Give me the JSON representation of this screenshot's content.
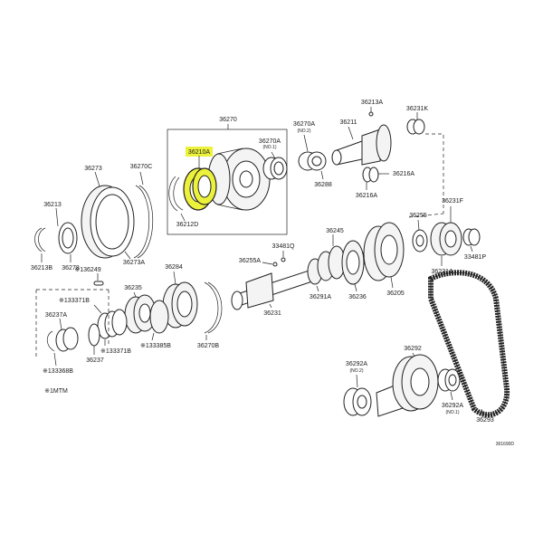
{
  "diagram_id": "361690D",
  "highlight_color": "#ecf23a",
  "labels": {
    "p36270": "36270",
    "p36210A": "36210A",
    "p36270A_no1": "36270A",
    "p36270A_no1_sub": "(NO.1)",
    "p36212D": "36212D",
    "p36273": "36273",
    "p36270C": "36270C",
    "p36213": "36213",
    "p36278": "36278",
    "p36213B": "36213B",
    "p36273A": "36273A",
    "p36270A_no2": "36270A",
    "p36270A_no2_sub": "(NO.2)",
    "p36288": "36288",
    "p36211": "36211",
    "p36213A": "36213A",
    "p36231K": "36231K",
    "p36216A_a": "36216A",
    "p36216A_b": "36216A",
    "p36255": "36255",
    "p36231F": "36231F",
    "p36231J": "36231J",
    "p33481P": "33481P",
    "p36245": "36245",
    "p33481Q": "33481Q",
    "p36255A": "36255A",
    "p36291A": "36291A",
    "p36236": "36236",
    "p36205": "36205",
    "p36231": "36231",
    "p136249": "※136249",
    "p36284": "36284",
    "p36235": "36235",
    "p133371B_a": "※133371B",
    "p36237A": "36237A",
    "p133385B": "※133385B",
    "p36270B": "36270B",
    "p133371B_b": "※133371B",
    "p36237": "36237",
    "p133368B": "※133368B",
    "p1MTM": "※1MTM",
    "p36292": "36292",
    "p36292A_no2": "36292A",
    "p36292A_no2_sub": "(NO.2)",
    "p36292A_no1": "36292A",
    "p36292A_no1_sub": "(NO.1)",
    "p36293": "36293"
  }
}
